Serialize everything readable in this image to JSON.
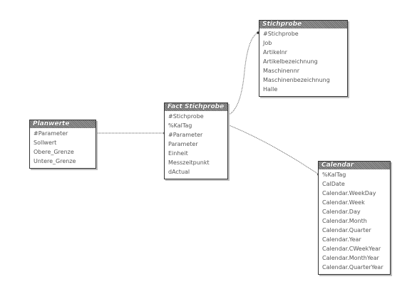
{
  "tables": [
    {
      "id": "planwerte",
      "title": "Planwerte",
      "fields": [
        "#Parameter",
        "Sollwert",
        "Obere_Grenze",
        "Untere_Grenze"
      ]
    },
    {
      "id": "fact",
      "title": "Fact Stichprobe",
      "fields": [
        "#Stichprobe",
        "%KalTag",
        "#Parameter",
        "Parameter",
        "Einheit",
        "Messzeitpunkt",
        "dActual"
      ]
    },
    {
      "id": "stichprobe",
      "title": "Stichprobe",
      "fields": [
        "#Stichprobe",
        "Job",
        "Artikelnr",
        "Artikelbezeichnung",
        "Maschinennr",
        "Maschinenbezeichnung",
        "Halle"
      ]
    },
    {
      "id": "calendar",
      "title": "Calendar",
      "fields": [
        "%KalTag",
        "CalDate",
        "Calendar.WeekDay",
        "Calendar.Week",
        "Calendar.Day",
        "Calendar.Month",
        "Calendar.Quarter",
        "Calendar.Year",
        "Calendar.CWeekYear",
        "Calendar.MonthYear",
        "Calendar.QuarterYear"
      ]
    }
  ]
}
